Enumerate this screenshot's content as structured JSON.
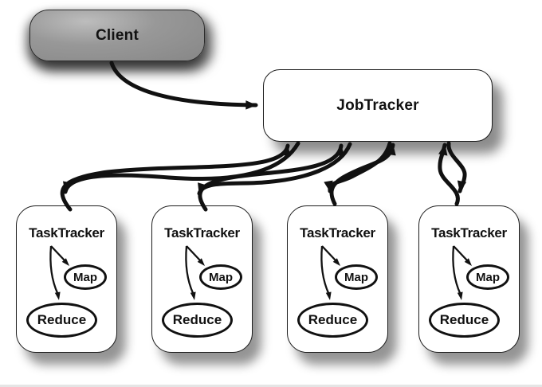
{
  "client": {
    "label": "Client"
  },
  "jobtracker": {
    "label": "JobTracker"
  },
  "tasktrackers": [
    {
      "label": "TaskTracker",
      "map": "Map",
      "reduce": "Reduce"
    },
    {
      "label": "TaskTracker",
      "map": "Map",
      "reduce": "Reduce"
    },
    {
      "label": "TaskTracker",
      "map": "Map",
      "reduce": "Reduce"
    },
    {
      "label": "TaskTracker",
      "map": "Map",
      "reduce": "Reduce"
    }
  ],
  "colors": {
    "stroke": "#111111",
    "client_fill": "#8f8f8f",
    "node_fill": "#ffffff",
    "shadow": "rgba(0,0,0,0.45)"
  }
}
